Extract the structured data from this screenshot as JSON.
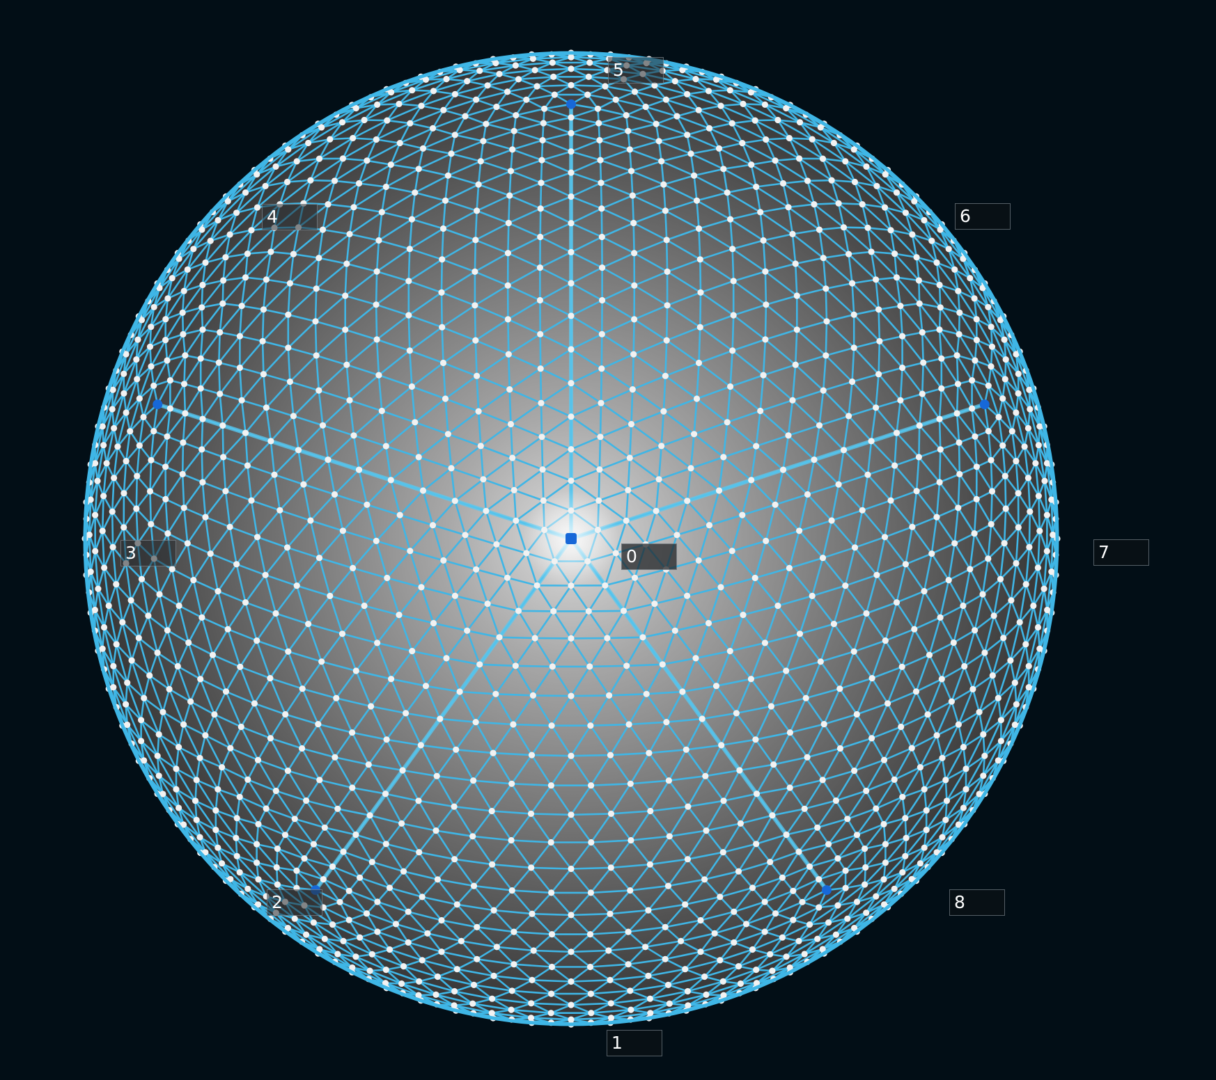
{
  "colors": {
    "background": "#020e16",
    "edge": "#3fb6e6",
    "edge_bright": "#59c8f0",
    "node": "#f2f2f2",
    "anchor": "#1768d8",
    "sphere_light": "#d8d8d8",
    "sphere_dark": "#2e2e2e"
  },
  "mesh": {
    "shape": "geodesic-sphere",
    "view": "vertex-on"
  },
  "vertex_labels": [
    {
      "id": "center",
      "text": "0"
    },
    {
      "id": "bottom",
      "text": "1"
    },
    {
      "id": "lower-left",
      "text": "2"
    },
    {
      "id": "left",
      "text": "3"
    },
    {
      "id": "upper-left",
      "text": "4"
    },
    {
      "id": "top",
      "text": "5"
    },
    {
      "id": "upper-right",
      "text": "6"
    },
    {
      "id": "right",
      "text": "7"
    },
    {
      "id": "lower-right",
      "text": "8"
    }
  ]
}
